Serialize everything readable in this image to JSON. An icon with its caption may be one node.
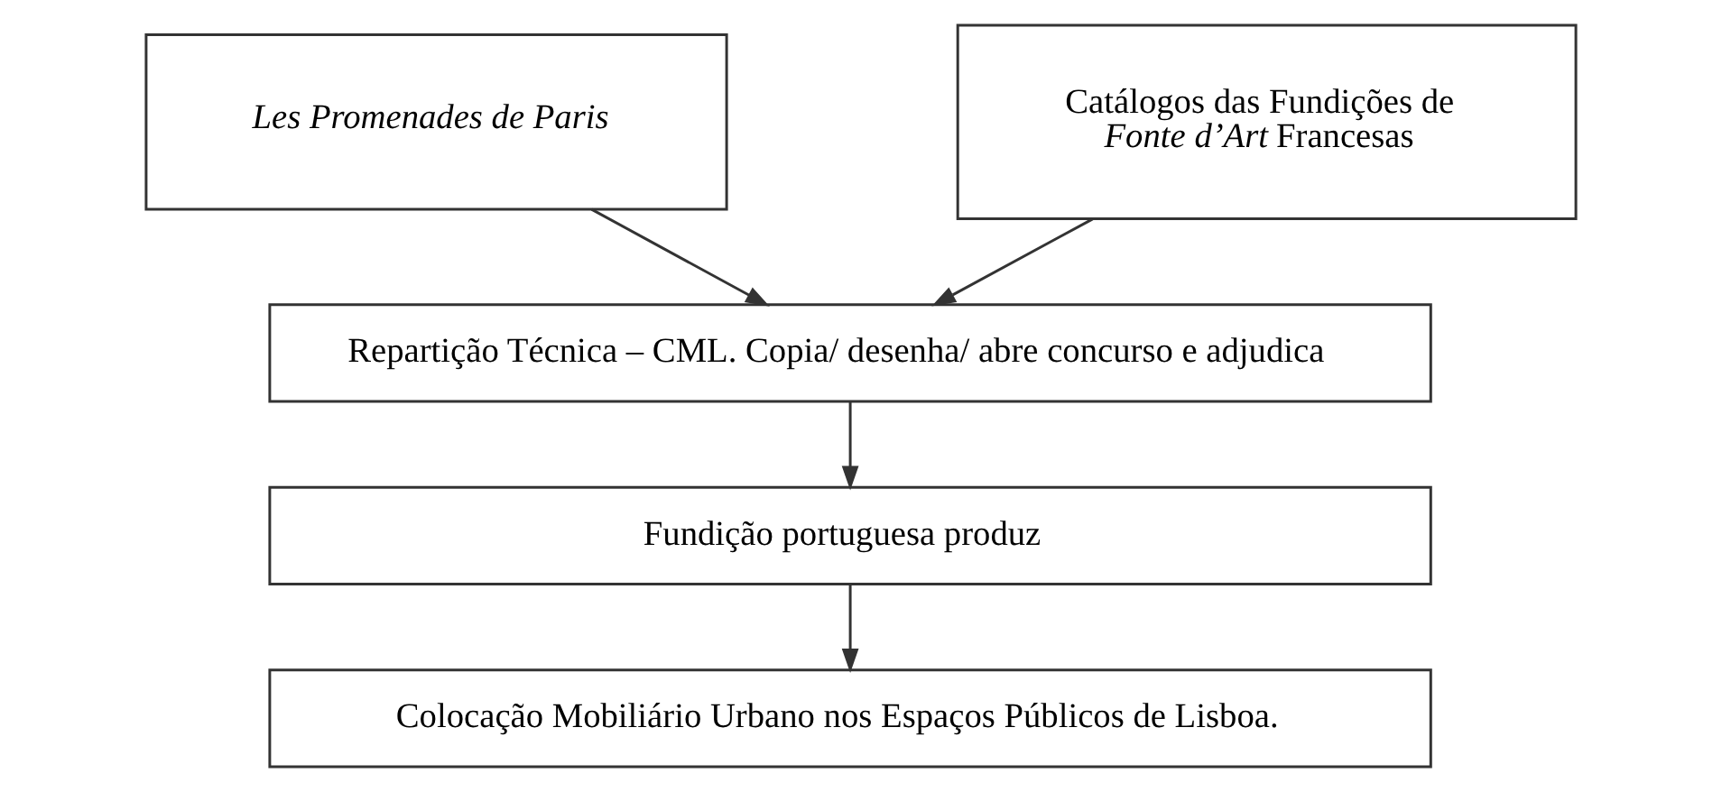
{
  "diagram": {
    "nodes": [
      {
        "text": [
          "Les Promenades de Paris"
        ]
      },
      {
        "text": [
          "Catálogos das Fundições de *Fonte d’Art* Francesas"
        ]
      },
      {
        "text": [
          "Repartição Técnica – CML. Copia/ desenha/ abre concurso e adjudica"
        ]
      },
      {
        "text": [
          "Fundição portuguesa produz"
        ]
      },
      {
        "text": [
          "Colocação Mobiliário Urbano nos Espaços Públicos de Lisboa."
        ]
      }
    ],
    "edges": [
      {
        "from": 0,
        "to": 2,
        "arrow": "to"
      },
      {
        "from": 1,
        "to": 2,
        "arrow": "to"
      },
      {
        "from": 2,
        "to": 3,
        "arrow": "to"
      },
      {
        "from": 3,
        "to": 4,
        "arrow": "to"
      }
    ]
  }
}
